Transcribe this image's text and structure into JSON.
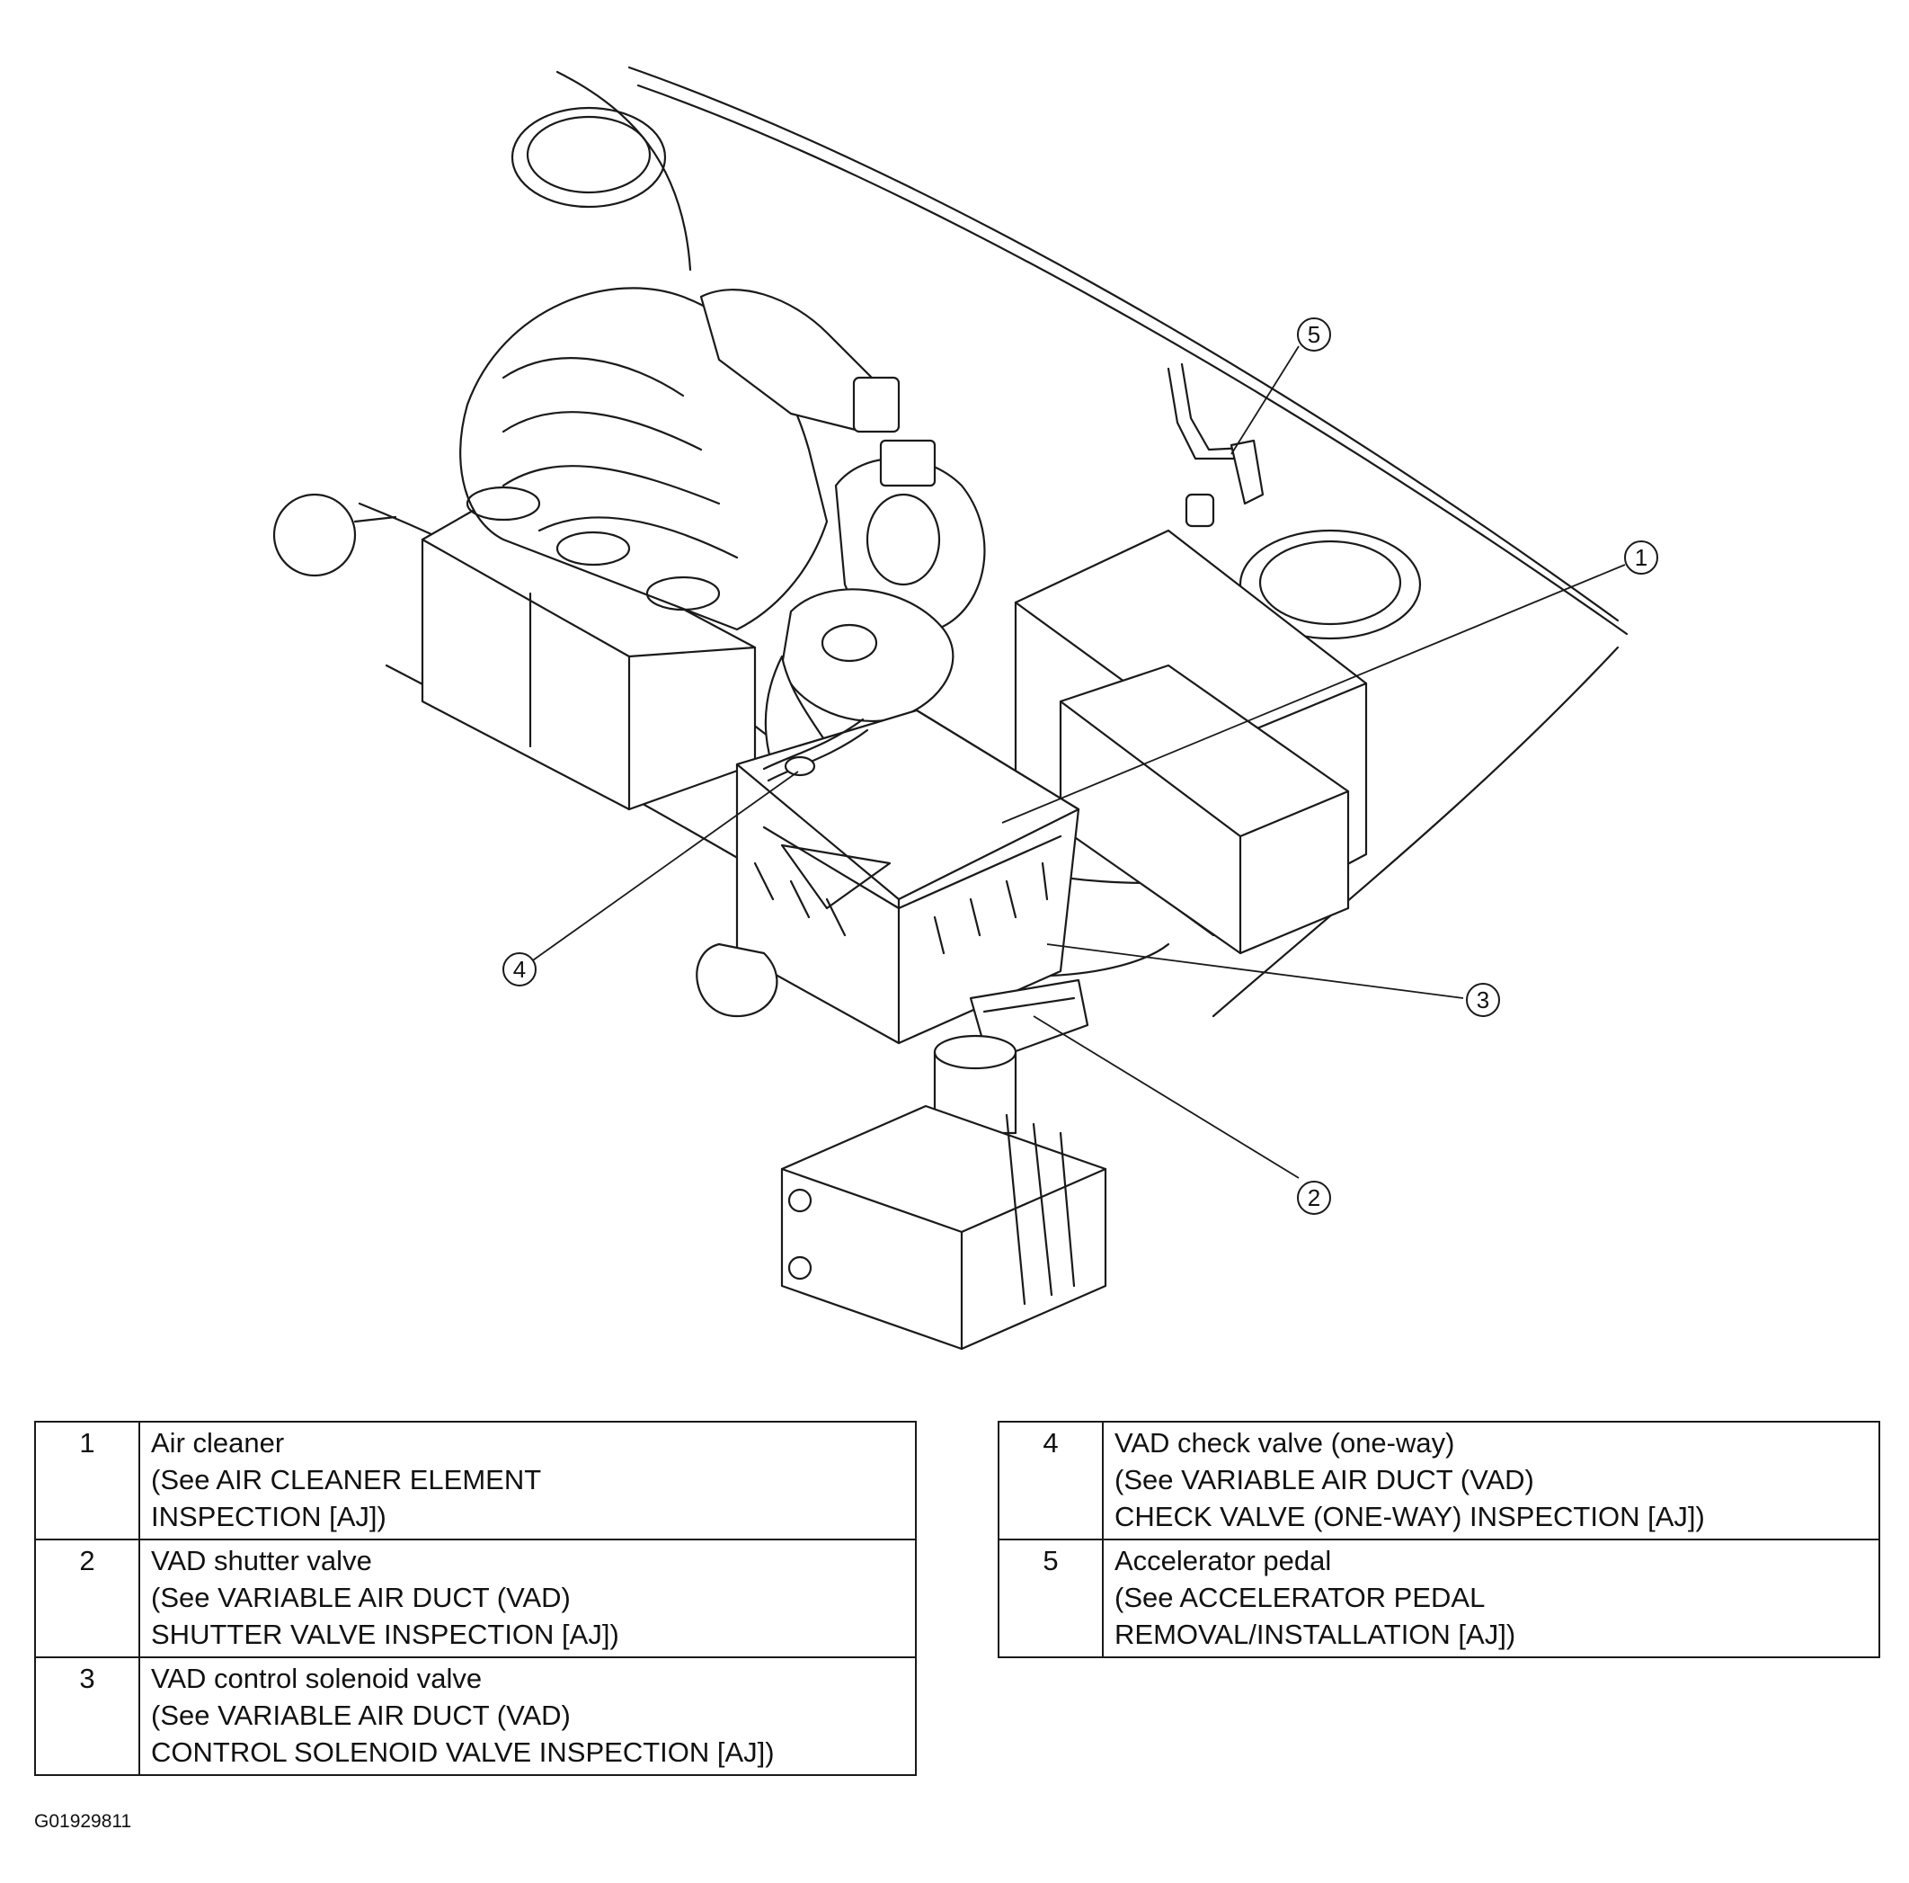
{
  "callouts": [
    "1",
    "2",
    "3",
    "4",
    "5"
  ],
  "legend_left": [
    {
      "num": "1",
      "lines": [
        "Air cleaner",
        "(See AIR CLEANER ELEMENT",
        "INSPECTION [AJ])"
      ]
    },
    {
      "num": "2",
      "lines": [
        "VAD shutter valve",
        "(See VARIABLE AIR DUCT (VAD)",
        "SHUTTER VALVE INSPECTION [AJ])"
      ]
    },
    {
      "num": "3",
      "lines": [
        "VAD control solenoid valve",
        "(See VARIABLE AIR DUCT (VAD)",
        "CONTROL SOLENOID VALVE INSPECTION [AJ])"
      ]
    }
  ],
  "legend_right": [
    {
      "num": "4",
      "lines": [
        "VAD check valve (one-way)",
        "(See VARIABLE AIR DUCT (VAD)",
        "CHECK VALVE (ONE-WAY) INSPECTION [AJ])"
      ]
    },
    {
      "num": "5",
      "lines": [
        "Accelerator pedal",
        "(See ACCELERATOR PEDAL",
        "REMOVAL/INSTALLATION [AJ])"
      ]
    }
  ],
  "figure_code": "G01929811"
}
